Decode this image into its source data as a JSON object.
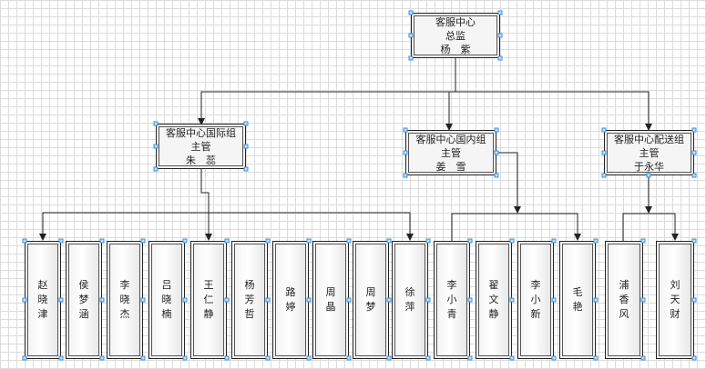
{
  "root": {
    "dept": "客服中心",
    "role": "总监",
    "person": "杨　紫"
  },
  "groups": [
    {
      "key": "intl",
      "dept": "客服中心国际组",
      "role": "主管",
      "person": "朱　蕊"
    },
    {
      "key": "dom",
      "dept": "客服中心国内组",
      "role": "主管",
      "person": "姜　雪"
    },
    {
      "key": "dlv",
      "dept": "客服中心配送组",
      "role": "主管",
      "person": "于永华"
    }
  ],
  "staff": [
    {
      "name": "赵晓津",
      "group": "intl"
    },
    {
      "name": "侯梦涵",
      "group": "intl"
    },
    {
      "name": "李晓杰",
      "group": "intl"
    },
    {
      "name": "吕晓楠",
      "group": "intl"
    },
    {
      "name": "王仁静",
      "group": "intl"
    },
    {
      "name": "杨芳哲",
      "group": "intl"
    },
    {
      "name": "路婷",
      "group": "intl"
    },
    {
      "name": "周晶",
      "group": "intl"
    },
    {
      "name": "周梦",
      "group": "intl"
    },
    {
      "name": "徐萍",
      "group": "intl"
    },
    {
      "name": "李小青",
      "group": "dom"
    },
    {
      "name": "翟文静",
      "group": "dom"
    },
    {
      "name": "李小新",
      "group": "dom"
    },
    {
      "name": "毛艳",
      "group": "dom"
    },
    {
      "name": "浦香风",
      "group": "dlv"
    },
    {
      "name": "刘天财",
      "group": "dlv"
    }
  ],
  "colors": {
    "line": "#222222",
    "handle": "#3a8fd8"
  }
}
